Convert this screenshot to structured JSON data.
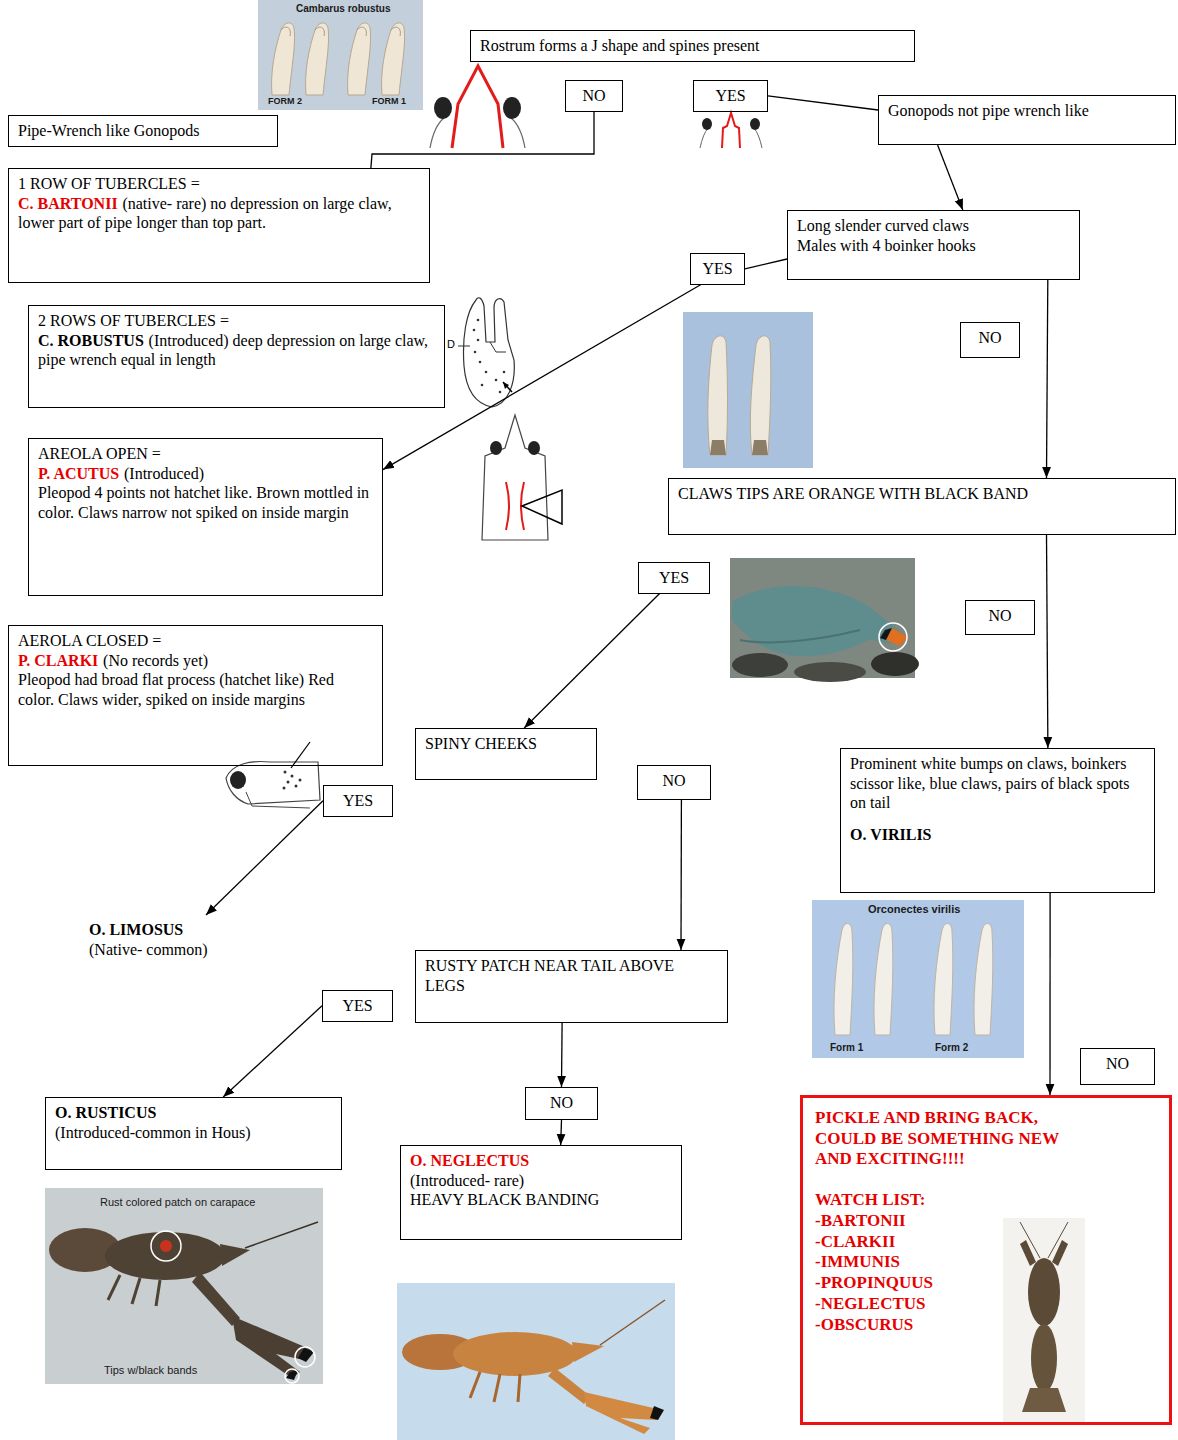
{
  "diagram": {
    "nodes": [
      {
        "text": [
          "Rostrum forms a J shape and spines present"
        ]
      },
      {
        "text": [
          "NO"
        ]
      },
      {
        "text": [
          "YES"
        ]
      },
      {
        "text": [
          "Pipe-Wrench like Gonopods"
        ]
      },
      {
        "text": [
          "Gonopods not pipe wrench like"
        ]
      },
      {
        "text": [
          "1 ROW OF TUBERCLES =",
          "C. BARTONII",
          "(native- rare) no depression on large claw, lower part of pipe longer than top part."
        ]
      },
      {
        "text": [
          "2 ROWS OF TUBERCLES =",
          "C. ROBUSTUS",
          "(Introduced) deep depression on large claw, pipe wrench equal in length"
        ]
      },
      {
        "text": [
          "Long slender curved claws",
          "Males with 4 boinker hooks"
        ]
      },
      {
        "text": [
          "YES"
        ]
      },
      {
        "text": [
          "NO"
        ]
      },
      {
        "text": [
          "AREOLA OPEN =",
          "P. ACUTUS",
          "(Introduced)",
          "Pleopod 4 points not hatchet like. Brown mottled in color. Claws narrow not spiked on inside margin"
        ]
      },
      {
        "text": [
          "CLAWS TIPS ARE ORANGE WITH BLACK BAND"
        ]
      },
      {
        "text": [
          "YES"
        ]
      },
      {
        "text": [
          "NO"
        ]
      },
      {
        "text": [
          "AEROLA CLOSED =",
          "P. CLARKI",
          "(No records yet)",
          "Pleopod had broad flat process (hatchet like) Red color. Claws wider, spiked on inside margins"
        ]
      },
      {
        "text": [
          "SPINY CHEEKS"
        ]
      },
      {
        "text": [
          "NO"
        ]
      },
      {
        "text": [
          "Prominent white bumps on claws, boinkers scissor like, blue claws, pairs of black spots on tail",
          "O. VIRILIS"
        ]
      },
      {
        "text": [
          "YES"
        ]
      },
      {
        "text": [
          "O. LIMOSUS",
          "(Native- common)"
        ]
      },
      {
        "text": [
          "YES"
        ]
      },
      {
        "text": [
          "RUSTY PATCH NEAR TAIL ABOVE LEGS"
        ]
      },
      {
        "text": [
          "O. RUSTICUS",
          "(Introduced-common in Hous)"
        ]
      },
      {
        "text": [
          "NO"
        ]
      },
      {
        "text": [
          "NO"
        ]
      },
      {
        "text": [
          "O. NEGLECTUS",
          "(Introduced- rare)",
          "HEAVY BLACK BANDING"
        ]
      },
      {
        "text": [
          "PICKLE AND BRING BACK, COULD BE SOMETHING NEW AND EXCITING!!!!",
          "WATCH LIST:",
          "-BARTONII",
          "-CLARKII",
          "-IMMUNIS",
          "-PROPINQUUS",
          "-NEGLECTUS",
          "-OBSCURUS"
        ]
      }
    ],
    "edges": [
      {
        "from": 2,
        "to": 4,
        "arrow": "none"
      },
      {
        "from": 4,
        "to": 7,
        "arrow": "to"
      },
      {
        "from": 1,
        "to": 5,
        "arrow": "none"
      },
      {
        "from": 7,
        "to": 8,
        "arrow": "none"
      },
      {
        "from": 8,
        "to": 10,
        "arrow": "to"
      },
      {
        "from": 7,
        "to": 11,
        "arrow": "to"
      },
      {
        "from": 12,
        "to": 15,
        "arrow": "to"
      },
      {
        "from": 11,
        "to": 17,
        "arrow": "to"
      },
      {
        "from": 18,
        "to": 19,
        "arrow": "to"
      },
      {
        "from": 16,
        "to": 21,
        "arrow": "to"
      },
      {
        "from": 20,
        "to": 22,
        "arrow": "to"
      },
      {
        "from": 21,
        "to": 23,
        "arrow": "to"
      },
      {
        "from": 23,
        "to": 25,
        "arrow": "to"
      },
      {
        "from": 17,
        "to": 26,
        "arrow": "to"
      }
    ],
    "labels": [
      "Cambarus robustus",
      "FORM 2",
      "FORM 1",
      "D",
      "Orconectes virilis",
      "Form 1",
      "Form 2",
      "Rust colored patch on carapace",
      "Tips w/black bands"
    ]
  }
}
